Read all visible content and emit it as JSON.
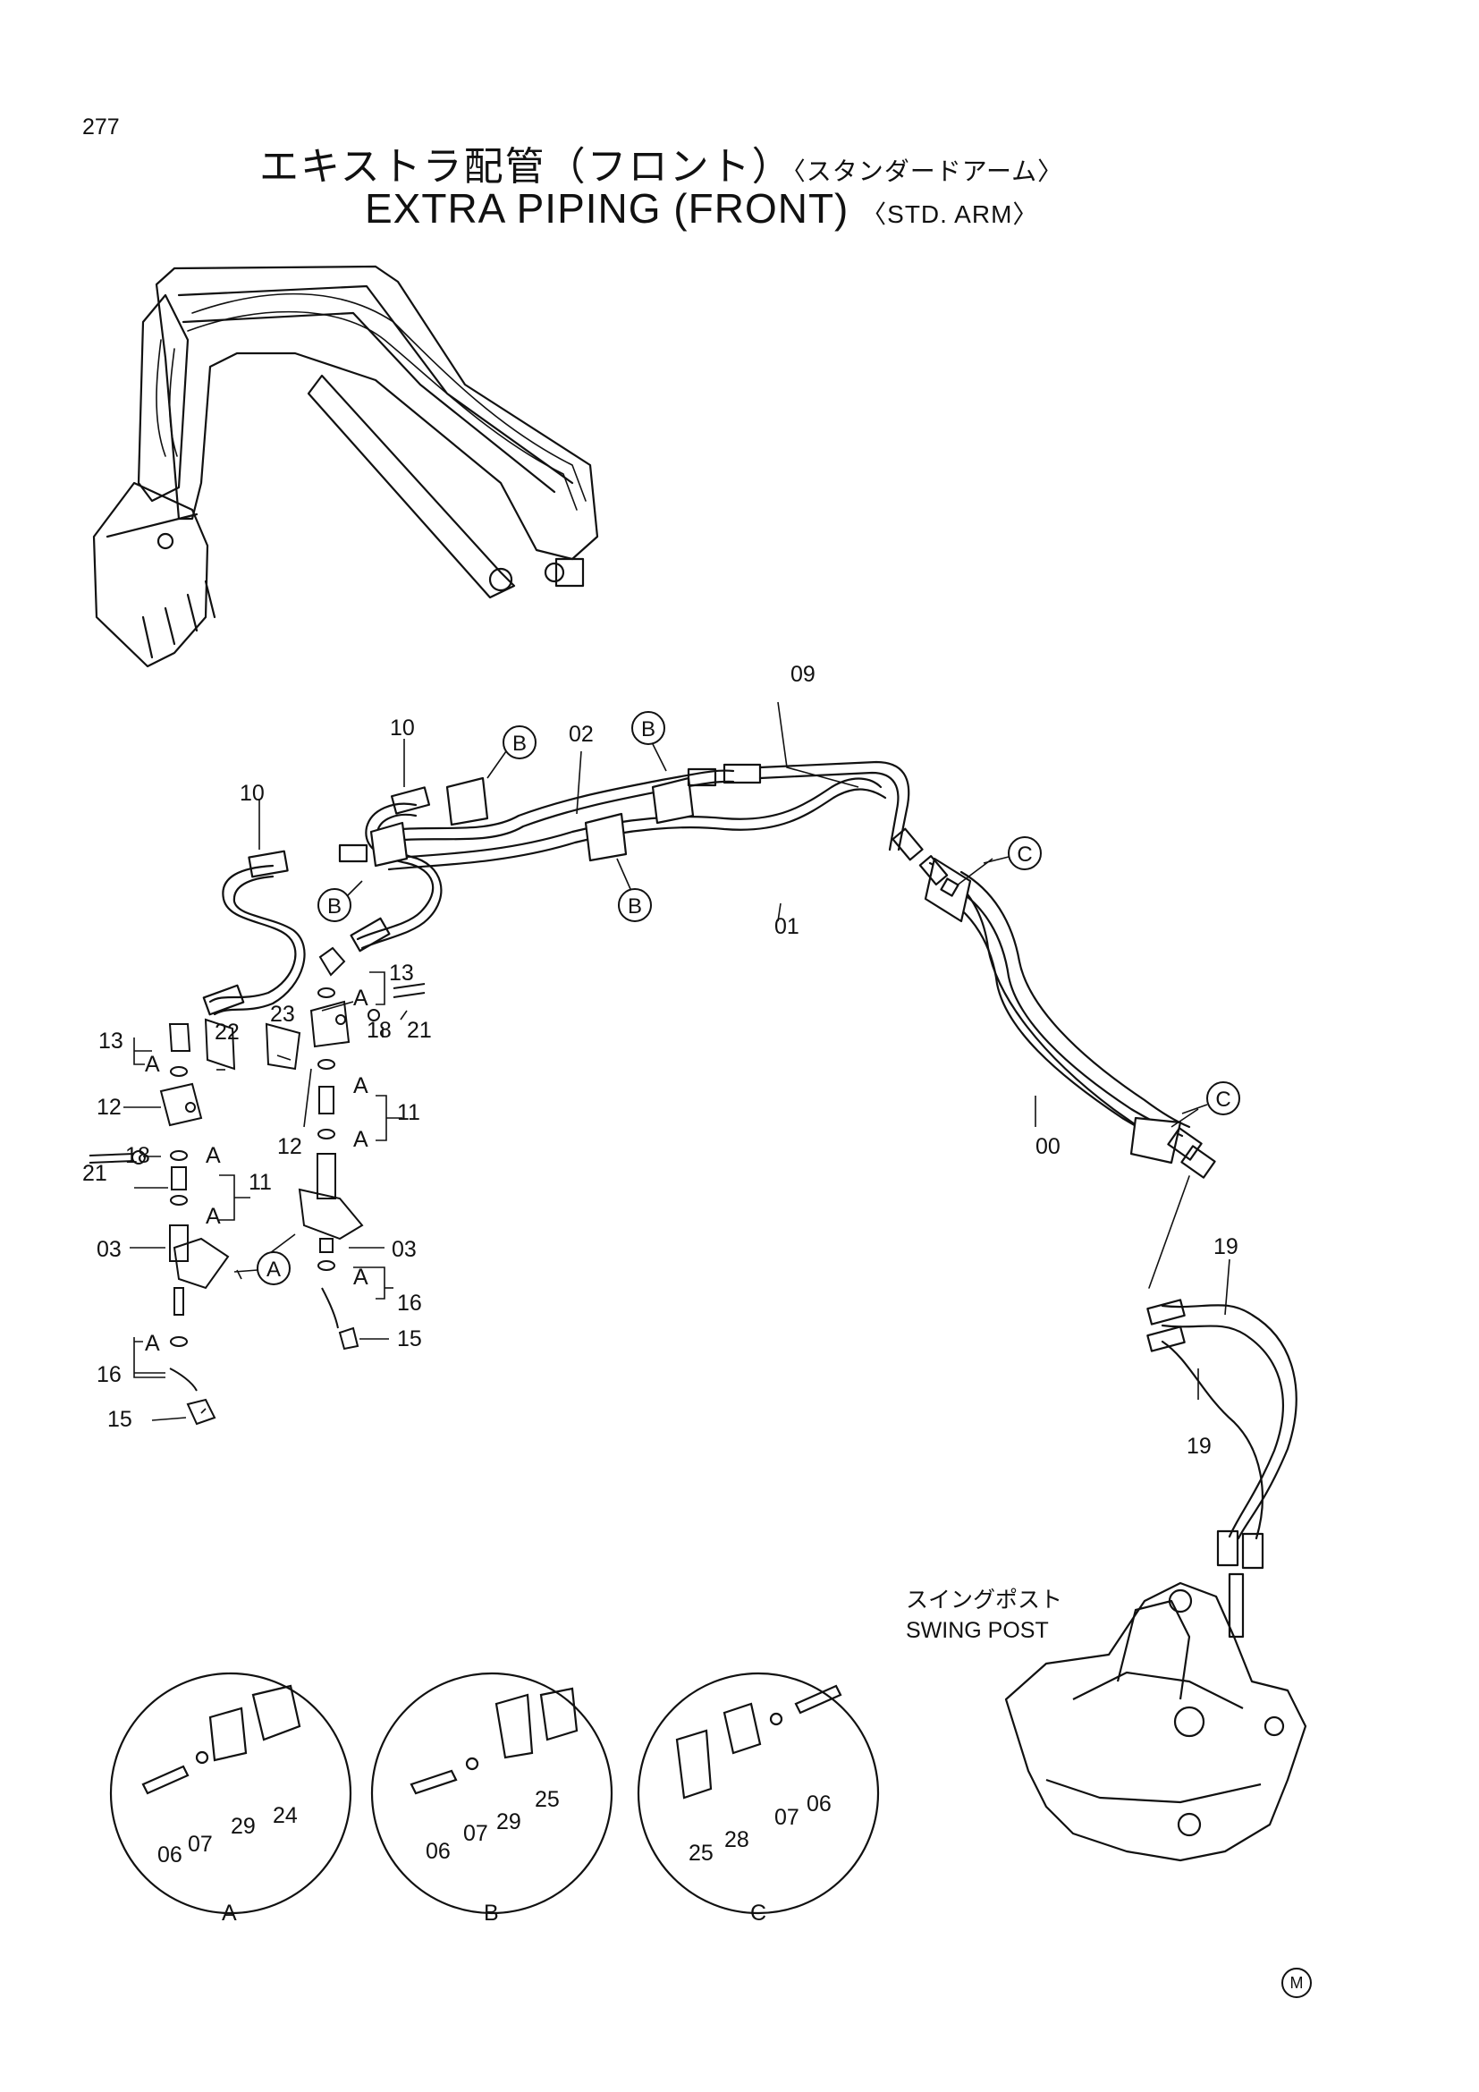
{
  "page_number": "277",
  "title": {
    "jp_main": "エキストラ配管（フロント）",
    "jp_sub": "〈スタンダードアーム〉",
    "en_main": "EXTRA PIPING (FRONT)",
    "en_sub": "〈STD. ARM〉"
  },
  "swing_post": {
    "jp": "スイングポスト",
    "en": "SWING POST"
  },
  "corner_mark": "M",
  "ref_letters": {
    "a": "A",
    "b": "B",
    "c": "C"
  },
  "parts": {
    "p00": "00",
    "p01": "01",
    "p02": "02",
    "p03": "03",
    "p06": "06",
    "p07": "07",
    "p09": "09",
    "p10": "10",
    "p11": "11",
    "p12": "12",
    "p13": "13",
    "p15": "15",
    "p16": "16",
    "p18": "18",
    "p19": "19",
    "p21": "21",
    "p22": "22",
    "p23": "23",
    "p24": "24",
    "p25": "25",
    "p28": "28",
    "p29": "29"
  }
}
